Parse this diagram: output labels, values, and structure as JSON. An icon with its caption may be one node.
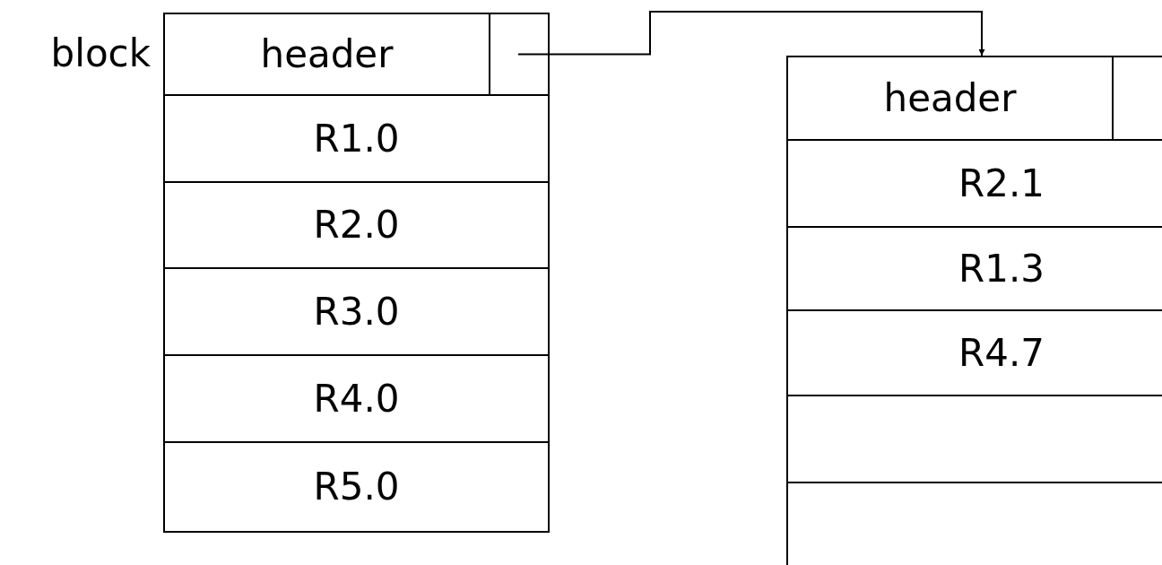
{
  "diagram": {
    "nodes": [
      {
        "text": [],
        "shape": "box",
        "beside": [
          "block"
        ]
      },
      {
        "text": [
          "header"
        ],
        "in": 0
      },
      {
        "text": [],
        "shape": "box",
        "in": 0
      },
      {
        "text": [
          "R1.0"
        ],
        "in": 0
      },
      {
        "text": [
          "R2.0"
        ],
        "in": 0
      },
      {
        "text": [
          "R3.0"
        ],
        "in": 0
      },
      {
        "text": [
          "R4.0"
        ],
        "in": 0
      },
      {
        "text": [
          "R5.0"
        ],
        "in": 0
      },
      {
        "text": [],
        "shape": "box"
      },
      {
        "text": [
          "header"
        ],
        "in": 8
      },
      {
        "text": [],
        "shape": "box",
        "in": 8
      },
      {
        "text": [
          "R2.1"
        ],
        "in": 8
      },
      {
        "text": [
          "R1.3"
        ],
        "in": 8
      },
      {
        "text": [
          "R4.7"
        ],
        "in": 8
      },
      {
        "text": [],
        "shape": "box",
        "in": 8
      },
      {
        "text": [],
        "shape": "box",
        "in": 8
      }
    ],
    "edges": [
      {
        "from": 2,
        "to": 8,
        "arrow": "to"
      }
    ]
  }
}
